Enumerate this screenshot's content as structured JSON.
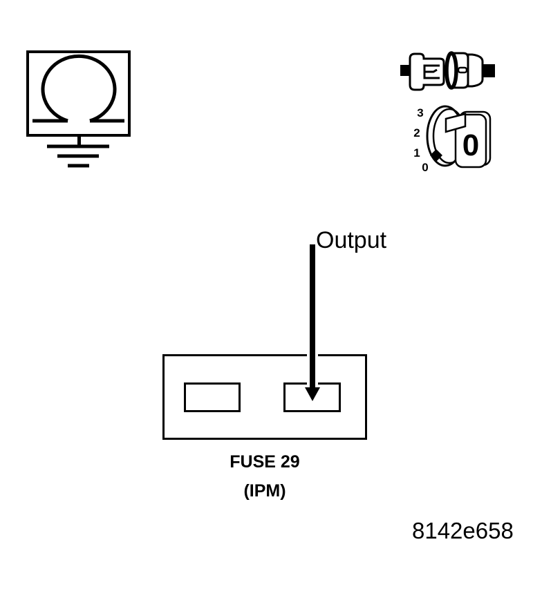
{
  "diagram": {
    "output_label": "Output",
    "fuse_box": {
      "label": "FUSE 29",
      "sublabel": "(IPM)",
      "slot_count": 2,
      "arrow_target": "right-slot"
    },
    "ignition_switch": {
      "positions": [
        "3",
        "2",
        "1",
        "0"
      ],
      "selected_position": "0",
      "key_label": "0"
    },
    "figure_code": "8142e658",
    "icons": [
      "ohmmeter-ground-icon",
      "fuse-and-holder-icon",
      "ignition-switch-position-icon"
    ],
    "colors": {
      "foreground": "#000000",
      "background": "#ffffff"
    }
  }
}
